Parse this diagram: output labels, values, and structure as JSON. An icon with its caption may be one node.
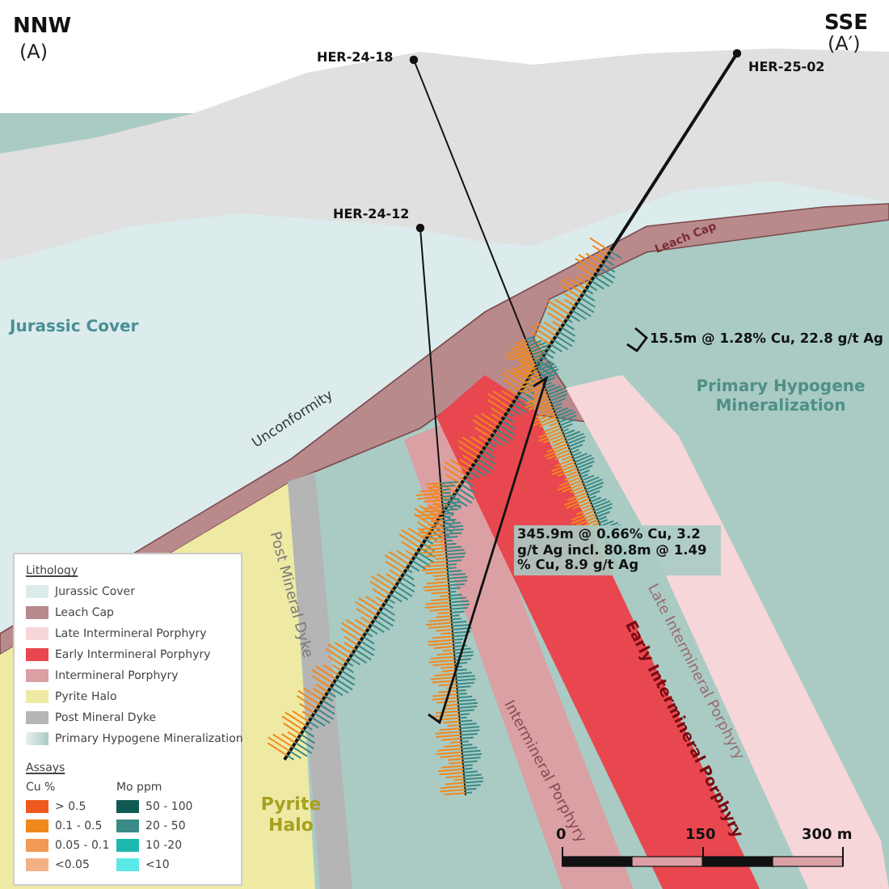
{
  "diagram": {
    "labels": [
      "NNW",
      "(A)",
      "SSE",
      "(A′)",
      "HER-24-18",
      "HER-25-02",
      "HER-24-12",
      "Leach Cap",
      "Jurassic Cover",
      "15.5m @ 1.28% Cu, 22.8 g/t Ag",
      "Primary Hypogene Mineralization",
      "Unconformity",
      "345.9m @ 0.66% Cu, 3.2 g/t Ag incl. 80.8m @ 1.49 % Cu, 8.9 g/t Ag",
      "Post Mineral Dyke",
      "Late Intermineral Porphyry",
      "Early Intermineral Porphyry",
      "Intermineral Porphyry",
      "Pyrite Halo",
      "Lithology",
      "Assays",
      "Cu %",
      "Mo ppm",
      "0",
      "150",
      "300 m"
    ],
    "legend": [
      {
        "text": "Jurassic Cover",
        "color": "#dcebec"
      },
      {
        "text": "Leach Cap",
        "color": "#b88a8c"
      },
      {
        "text": "Late Intermineral Porphyry",
        "color": "#f6d6d8"
      },
      {
        "text": "Early Intermineral Porphyry",
        "color": "#e8474f"
      },
      {
        "text": "Intermineral Porphyry",
        "color": "#dba0a4"
      },
      {
        "text": "Pyrite Halo",
        "color": "#eeeaa4"
      },
      {
        "text": "Post Mineral Dyke",
        "color": "#b5b5b5"
      },
      {
        "text": "Primary Hypogene Mineralization",
        "color": "#a9cbc4"
      },
      {
        "text": "> 0.5",
        "color": "#ee5a1e"
      },
      {
        "text": "0.1 - 0.5",
        "color": "#f0881e"
      },
      {
        "text": "0.05 - 0.1",
        "color": "#f09a55"
      },
      {
        "text": "<0.05",
        "color": "#f3b285"
      },
      {
        "text": "50 - 100",
        "color": "#105a55"
      },
      {
        "text": "20 - 50",
        "color": "#3a8a86"
      },
      {
        "text": "10 -20",
        "color": "#1cb8b0"
      },
      {
        "text": "<10",
        "color": "#5de8e8"
      }
    ]
  }
}
